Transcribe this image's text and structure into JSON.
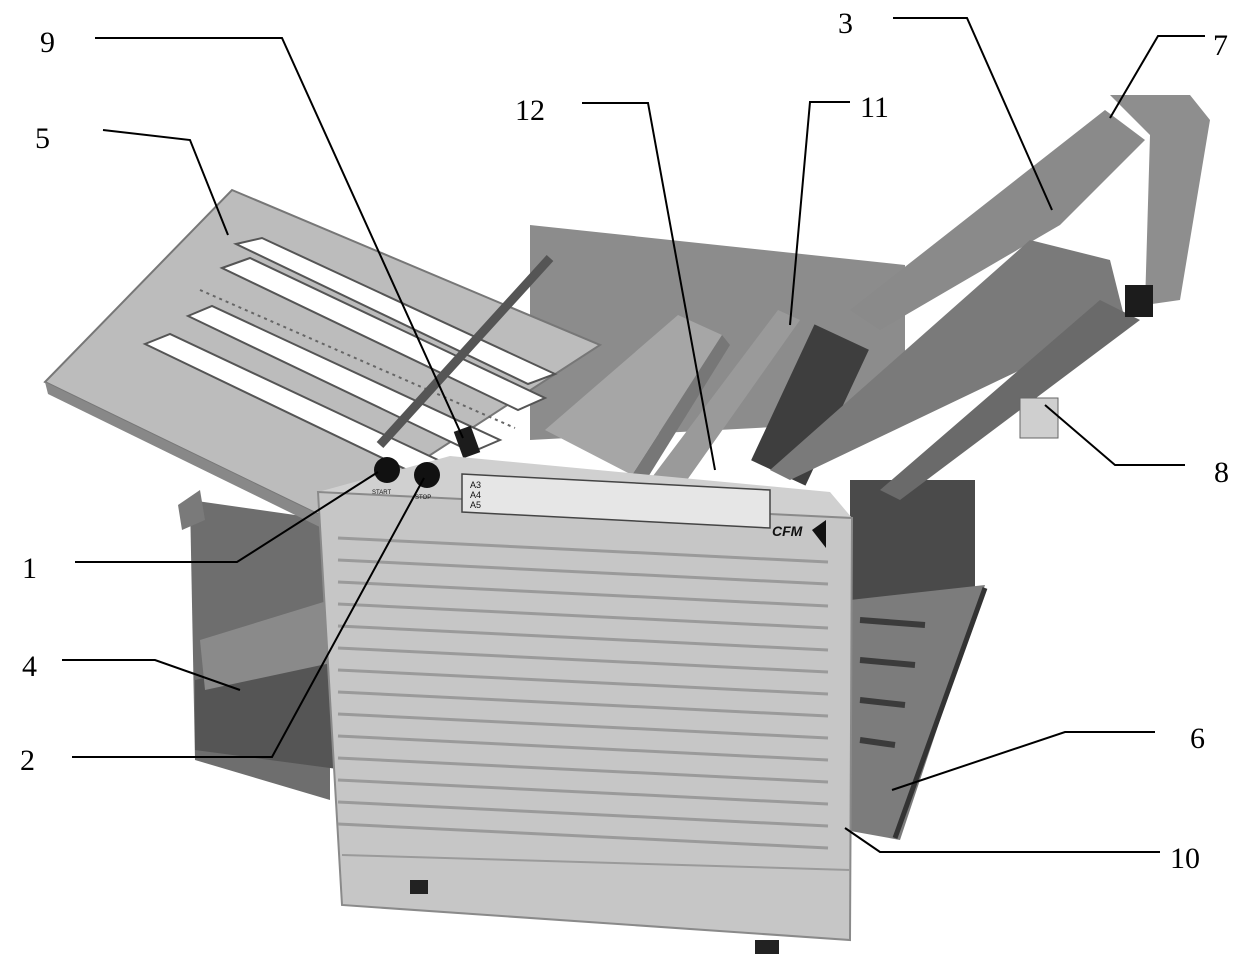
{
  "callouts": [
    {
      "number": "1"
    },
    {
      "number": "2"
    },
    {
      "number": "3"
    },
    {
      "number": "4"
    },
    {
      "number": "5"
    },
    {
      "number": "6"
    },
    {
      "number": "7"
    },
    {
      "number": "8"
    },
    {
      "number": "9"
    },
    {
      "number": "10"
    },
    {
      "number": "11"
    },
    {
      "number": "12"
    }
  ],
  "machine": {
    "brand": "CFM",
    "start_label": "START",
    "stop_label": "STOP",
    "fold_table_rows": [
      "A3",
      "A4",
      "A5"
    ]
  }
}
